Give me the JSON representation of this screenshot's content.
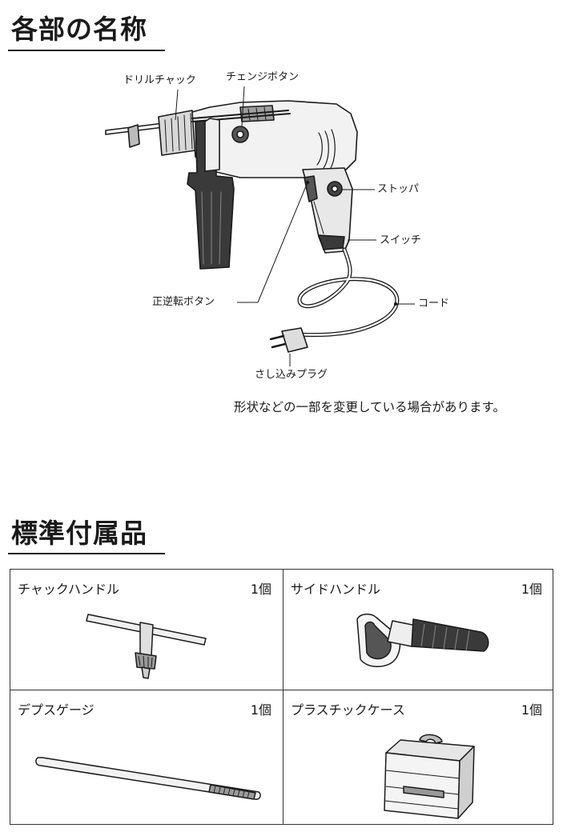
{
  "sections": {
    "parts_title": "各部の名称",
    "accessories_title": "標準付属品"
  },
  "diagram": {
    "labels": {
      "drill_chuck": "ドリルチャック",
      "change_button": "チェンジボタン",
      "stopper": "ストッパ",
      "switch": "スイッチ",
      "reverse_button": "正逆転ボタン",
      "cord": "コード",
      "plug": "さし込みプラグ"
    }
  },
  "note": "形状などの一部を変更している場合があります。",
  "accessories": [
    {
      "name": "チャックハンドル",
      "qty": "1個",
      "icon": "chuck-key"
    },
    {
      "name": "サイドハンドル",
      "qty": "1個",
      "icon": "side-handle"
    },
    {
      "name": "デプスゲージ",
      "qty": "1個",
      "icon": "depth-gauge"
    },
    {
      "name": "プラスチックケース",
      "qty": "1個",
      "icon": "plastic-case"
    }
  ]
}
